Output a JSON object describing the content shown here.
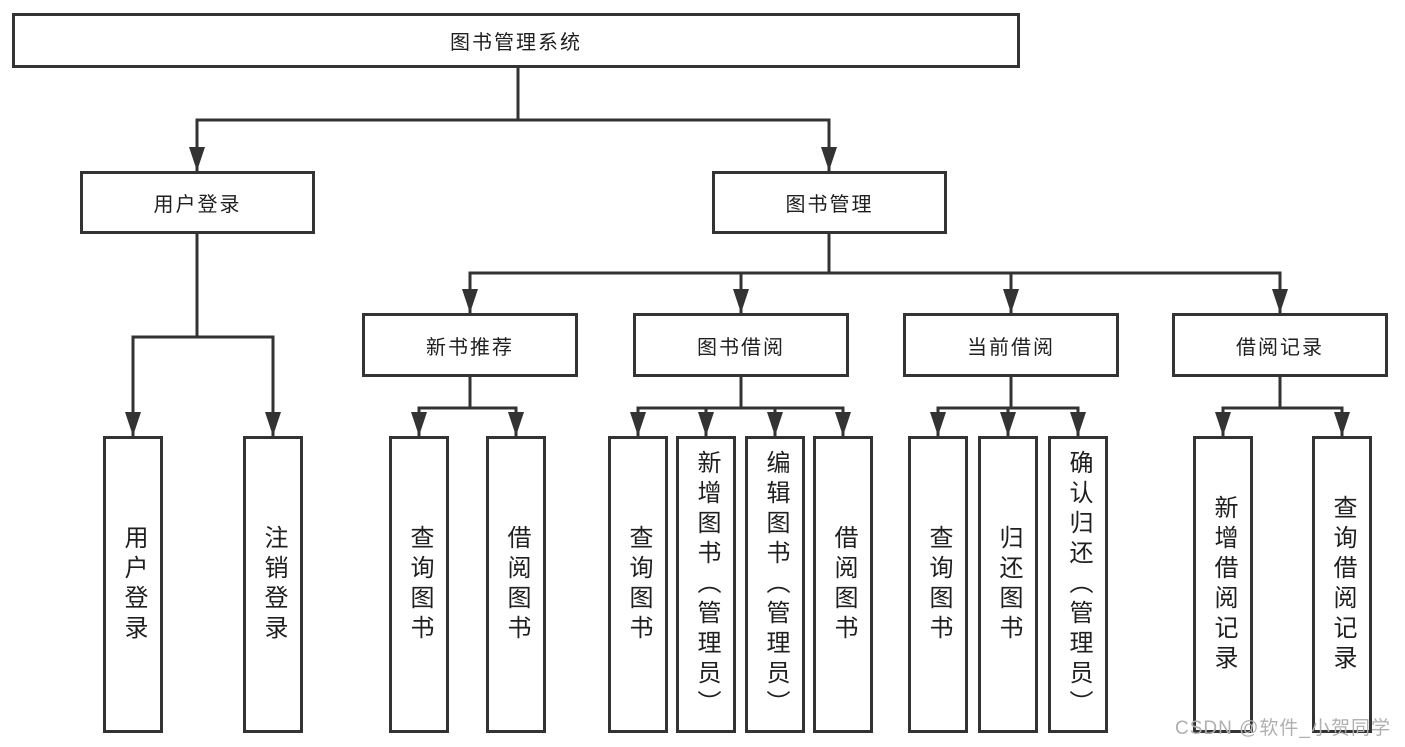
{
  "diagram": {
    "root": "图书管理系统",
    "branches": [
      {
        "label": "用户登录",
        "children": [
          "用户登录",
          "注销登录"
        ]
      },
      {
        "label": "图书管理",
        "groups": [
          {
            "label": "新书推荐",
            "children": [
              "查询图书",
              "借阅图书"
            ]
          },
          {
            "label": "图书借阅",
            "children": [
              "查询图书",
              "新增图书（管理员）",
              "编辑图书（管理员）",
              "借阅图书"
            ]
          },
          {
            "label": "当前借阅",
            "children": [
              "查询图书",
              "归还图书",
              "确认归还（管理员）"
            ]
          },
          {
            "label": "借阅记录",
            "children": [
              "新增借阅记录",
              "查询借阅记录"
            ]
          }
        ]
      }
    ],
    "line_color": "#333333"
  },
  "watermark": "CSDN @软件_小贺同学"
}
